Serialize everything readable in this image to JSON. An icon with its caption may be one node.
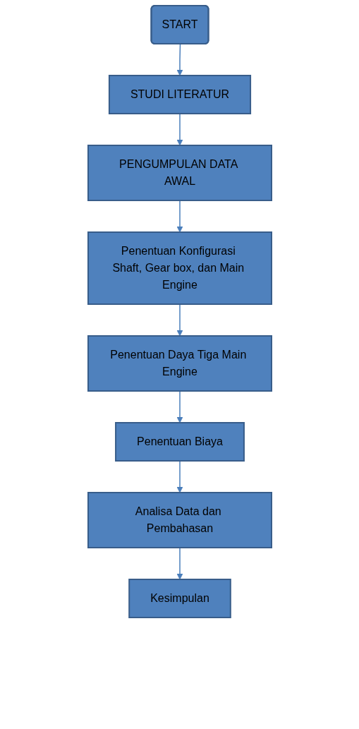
{
  "diagram": {
    "nodes": [
      {
        "text": [
          "START"
        ]
      },
      {
        "text": [
          "STUDI LITERATUR"
        ]
      },
      {
        "text": [
          "PENGUMPULAN DATA AWAL"
        ]
      },
      {
        "text": [
          "Penentuan Konfigurasi Shaft, Gear box, dan Main Engine"
        ]
      },
      {
        "text": [
          "Penentuan Daya Tiga Main Engine"
        ]
      },
      {
        "text": [
          "Penentuan Biaya"
        ]
      },
      {
        "text": [
          "Analisa Data dan Pembahasan"
        ]
      },
      {
        "text": [
          "Kesimpulan"
        ]
      }
    ],
    "edges": [
      {
        "from": 0,
        "to": 1,
        "arrow": "to"
      },
      {
        "from": 1,
        "to": 2,
        "arrow": "to"
      },
      {
        "from": 2,
        "to": 3,
        "arrow": "to"
      },
      {
        "from": 3,
        "to": 4,
        "arrow": "to"
      },
      {
        "from": 4,
        "to": 5,
        "arrow": "to"
      },
      {
        "from": 5,
        "to": 6,
        "arrow": "to"
      },
      {
        "from": 6,
        "to": 7,
        "arrow": "to"
      }
    ]
  }
}
